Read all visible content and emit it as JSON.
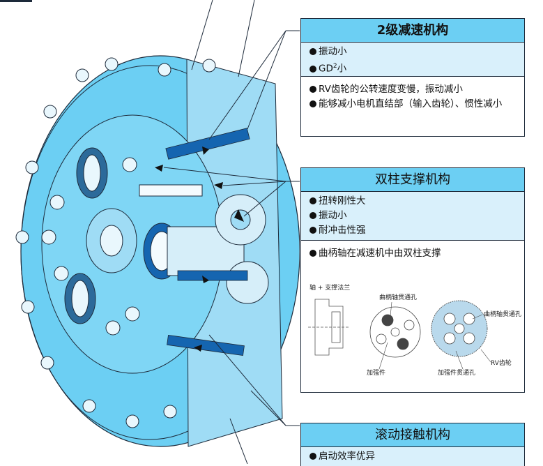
{
  "panels": {
    "reduction": {
      "title": "2级减速机构",
      "bullets": [
        "振动小",
        "GD"
      ],
      "gd_sup": "2",
      "gd_suffix": "小",
      "notes": [
        "RV齿轮的公转速度变慢，振动减小",
        "能够减小电机直结部（输入齿轮）、惯性减小"
      ]
    },
    "support": {
      "title": "双柱支撑机构",
      "bullets": [
        "扭转刚性大",
        "振动小",
        "耐冲击性强"
      ],
      "notes": [
        "曲柄轴在减速机中由双柱支撑"
      ],
      "figure_labels": {
        "shaft_flange": "轴 + 支撑法兰",
        "crank_hole_1": "曲柄轴贯通孔",
        "reinforce": "加强件",
        "crank_hole_2": "曲柄轴贯通孔",
        "reinforce_hole": "加强件贯通孔",
        "rv_gear": "RV齿轮"
      }
    },
    "rolling": {
      "title": "滚动接触机构",
      "bullets": [
        "启动效率优异"
      ]
    }
  },
  "colors": {
    "body_blue": "#6ccff3",
    "deep_blue": "#1565b0",
    "header_blue": "#6ccff3",
    "bullet_bg": "#d9f0fb"
  }
}
